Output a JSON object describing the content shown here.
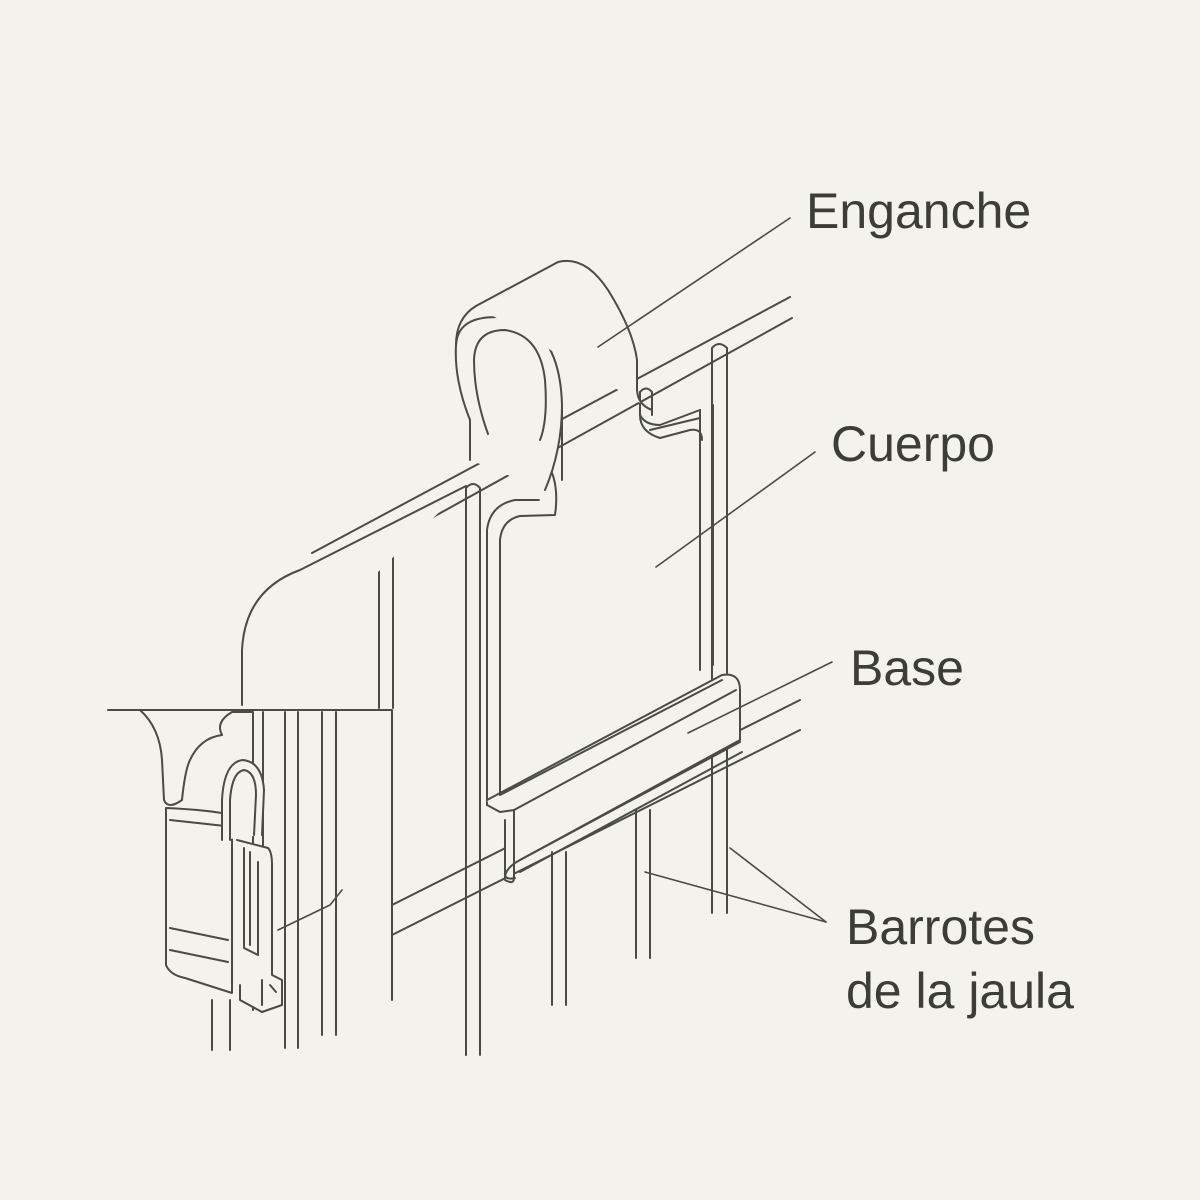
{
  "labels": {
    "hook": "Enganche",
    "body": "Cuerpo",
    "base": "Base",
    "bars_line1": "Barrotes",
    "bars_line2": "de la jaula"
  },
  "colors": {
    "background": "#f3f2ed",
    "line": "#4a4a46",
    "text": "#3c3c38"
  }
}
